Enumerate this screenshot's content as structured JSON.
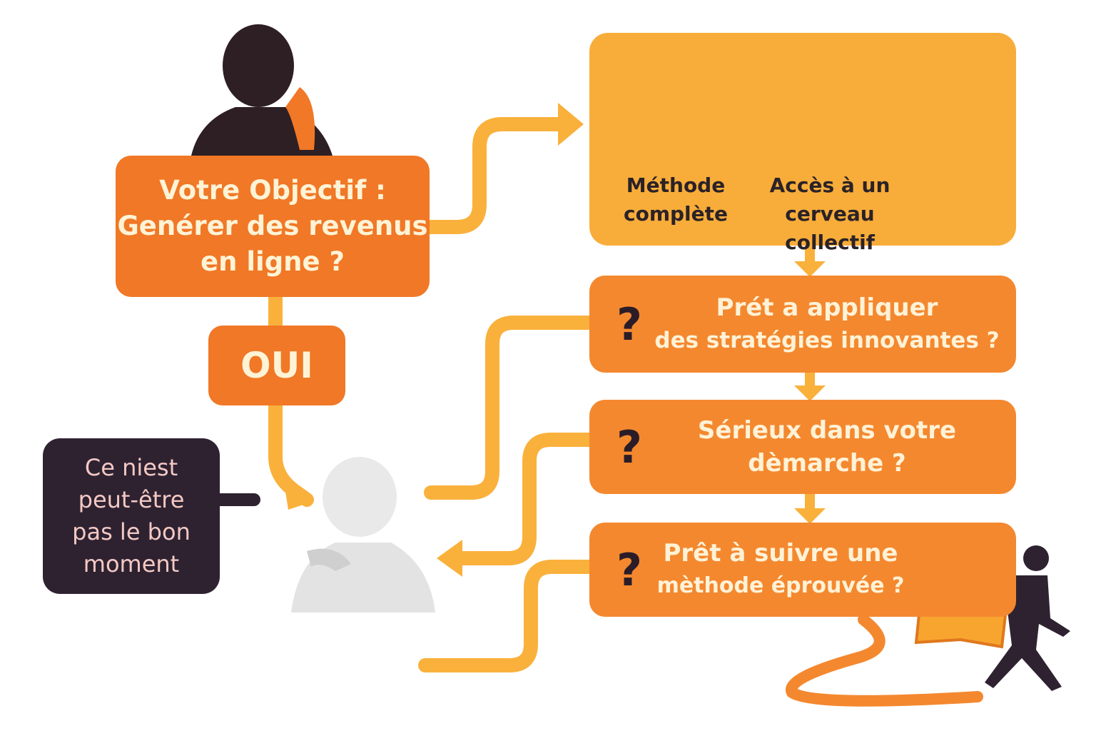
{
  "goal": {
    "line1": "Votre Objectif :",
    "line2": "Genérer des revenus",
    "line3": "en ligne ?"
  },
  "yes_label": "OUI",
  "not_now": {
    "line1": "Ce niest",
    "line2": "peut-être",
    "line3": "pas le bon",
    "line4": "moment"
  },
  "benefits": {
    "method": {
      "line1": "Méthode",
      "line2": "complète"
    },
    "collective": {
      "line1": "Accès à un",
      "line2": "cerveau collectif"
    }
  },
  "questions": [
    {
      "mark": "?",
      "line1": "Prét a appliquer",
      "line2": "des stratégies innovantes ?"
    },
    {
      "mark": "?",
      "line1": "Sérieux dans votre",
      "line2": "dèmarche ?"
    },
    {
      "mark": "?",
      "line1": "Prêt à suivre une",
      "line2": "mèthode éprouvée ?"
    }
  ],
  "colors": {
    "orange": "#f07826",
    "amber": "#f8ad3a",
    "dark": "#2e2231",
    "line": "#f9b13c"
  }
}
